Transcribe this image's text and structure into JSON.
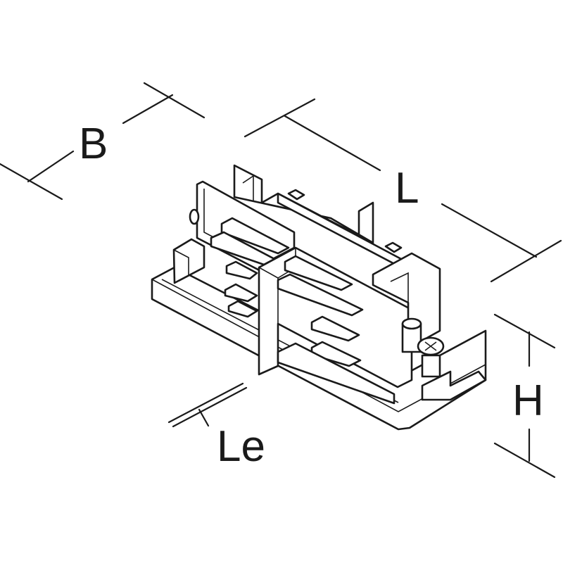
{
  "dimensions": {
    "width_label": "B",
    "length_label": "L",
    "height_label": "H",
    "electrical_length_label": "Le"
  },
  "colors": {
    "line": "#1a1a1a",
    "background": "#ffffff"
  }
}
